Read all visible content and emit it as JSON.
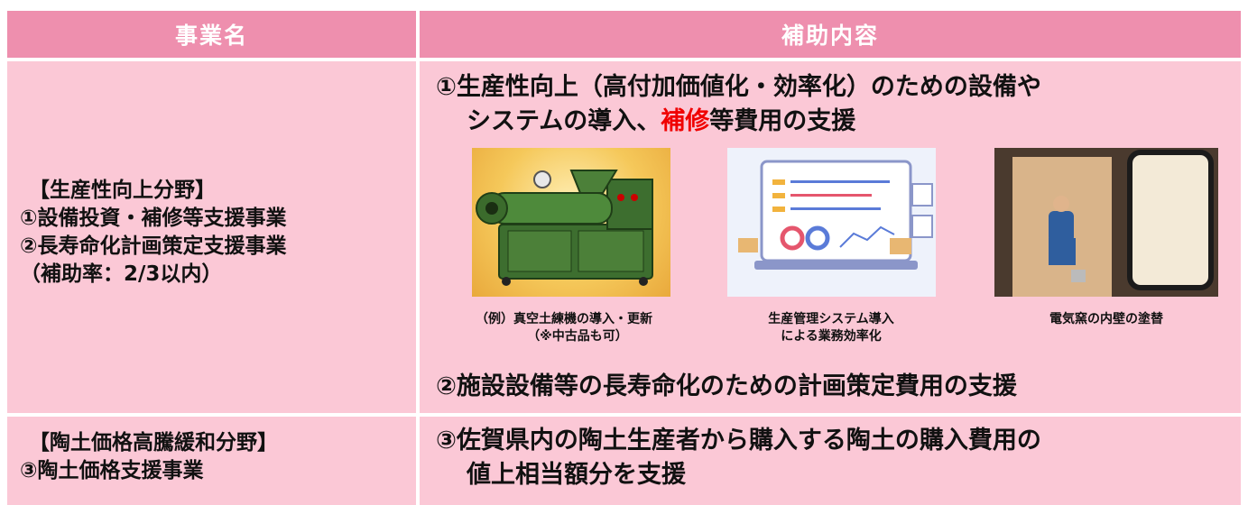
{
  "header": {
    "col1": "事業名",
    "col2": "補助内容"
  },
  "row1": {
    "category": "【生産性向上分野】",
    "item1": "①設備投資・補修等支援事業",
    "item2": "②長寿命化計画策定支援事業",
    "rate": "（補助率：2/3以内）",
    "support1_line1": "①生産性向上（高付加価値化・効率化）のための設備や",
    "support1_line2a": "システムの導入、",
    "support1_highlight": "補修",
    "support1_line2b": "等費用の支援",
    "images": [
      {
        "caption_line1": "（例）真空土練機の導入・更新",
        "caption_line2": "（※中古品も可）"
      },
      {
        "caption_line1": "生産管理システム導入",
        "caption_line2": "による業務効率化"
      },
      {
        "caption_line1": "電気窯の内壁の塗替",
        "caption_line2": ""
      }
    ],
    "support2": "②施設設備等の長寿命化のための計画策定費用の支援"
  },
  "row2": {
    "category": "【陶土価格高騰緩和分野】",
    "item3": "③陶土価格支援事業",
    "support3_line1": "③佐賀県内の陶土生産者から購入する陶土の購入費用の",
    "support3_line2": "値上相当額分を支援"
  },
  "colors": {
    "header": "#ee8fae",
    "row": "#fbc8d6",
    "highlight": "#f00000"
  }
}
